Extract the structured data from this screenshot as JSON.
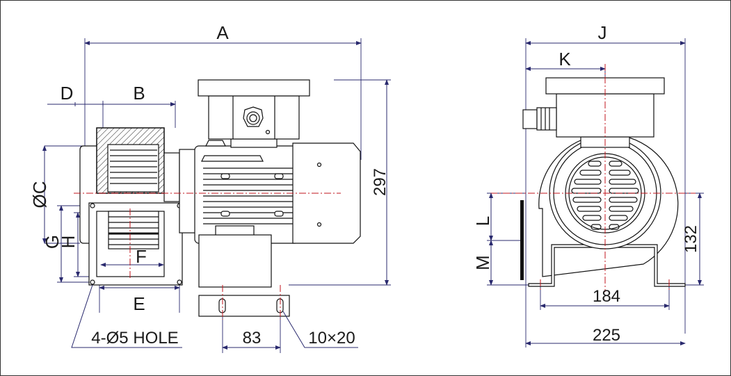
{
  "title": "Centrifugal blower dimensional drawing",
  "side_view": {
    "labels": {
      "A": "A",
      "B": "B",
      "D": "D",
      "C": "ØC",
      "G": "G",
      "H": "H",
      "F": "F",
      "E": "E",
      "height": "297",
      "foot_spacing": "83",
      "slot": "10×20",
      "holes": "4-Ø5 HOLE"
    }
  },
  "front_view": {
    "labels": {
      "J": "J",
      "K": "K",
      "L": "L",
      "M": "M",
      "shaft_height": "132",
      "foot_inner": "184",
      "foot_outer": "225"
    }
  },
  "colors": {
    "dimension": "#2a2a6e",
    "centerline": "#c0141c",
    "outline": "#111111"
  }
}
